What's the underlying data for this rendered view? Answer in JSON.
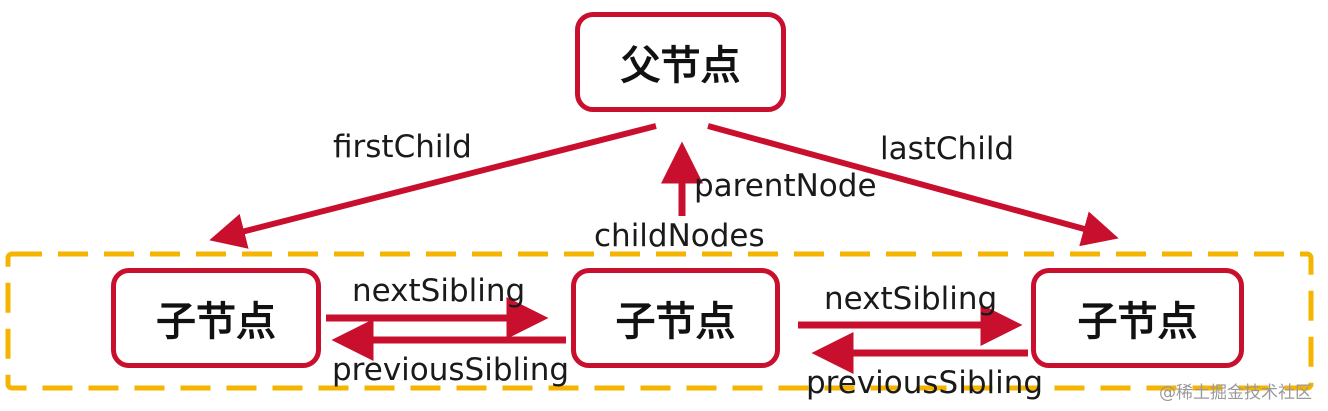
{
  "nodes": {
    "parent": "父节点",
    "child_left": "子节点",
    "child_middle": "子节点",
    "child_right": "子节点"
  },
  "labels": {
    "first_child": "firstChild",
    "last_child": "lastChild",
    "parent_node": "parentNode",
    "child_nodes": "childNodes",
    "next_sibling_left": "nextSibling",
    "previous_sibling_left": "previousSibling",
    "next_sibling_right": "nextSibling",
    "previous_sibling_right": "previousSibling"
  },
  "watermark": "@稀土掘金技术社区",
  "colors": {
    "arrow": "#c8102e",
    "node_border": "#c8102e",
    "group_border": "#f5b400"
  }
}
